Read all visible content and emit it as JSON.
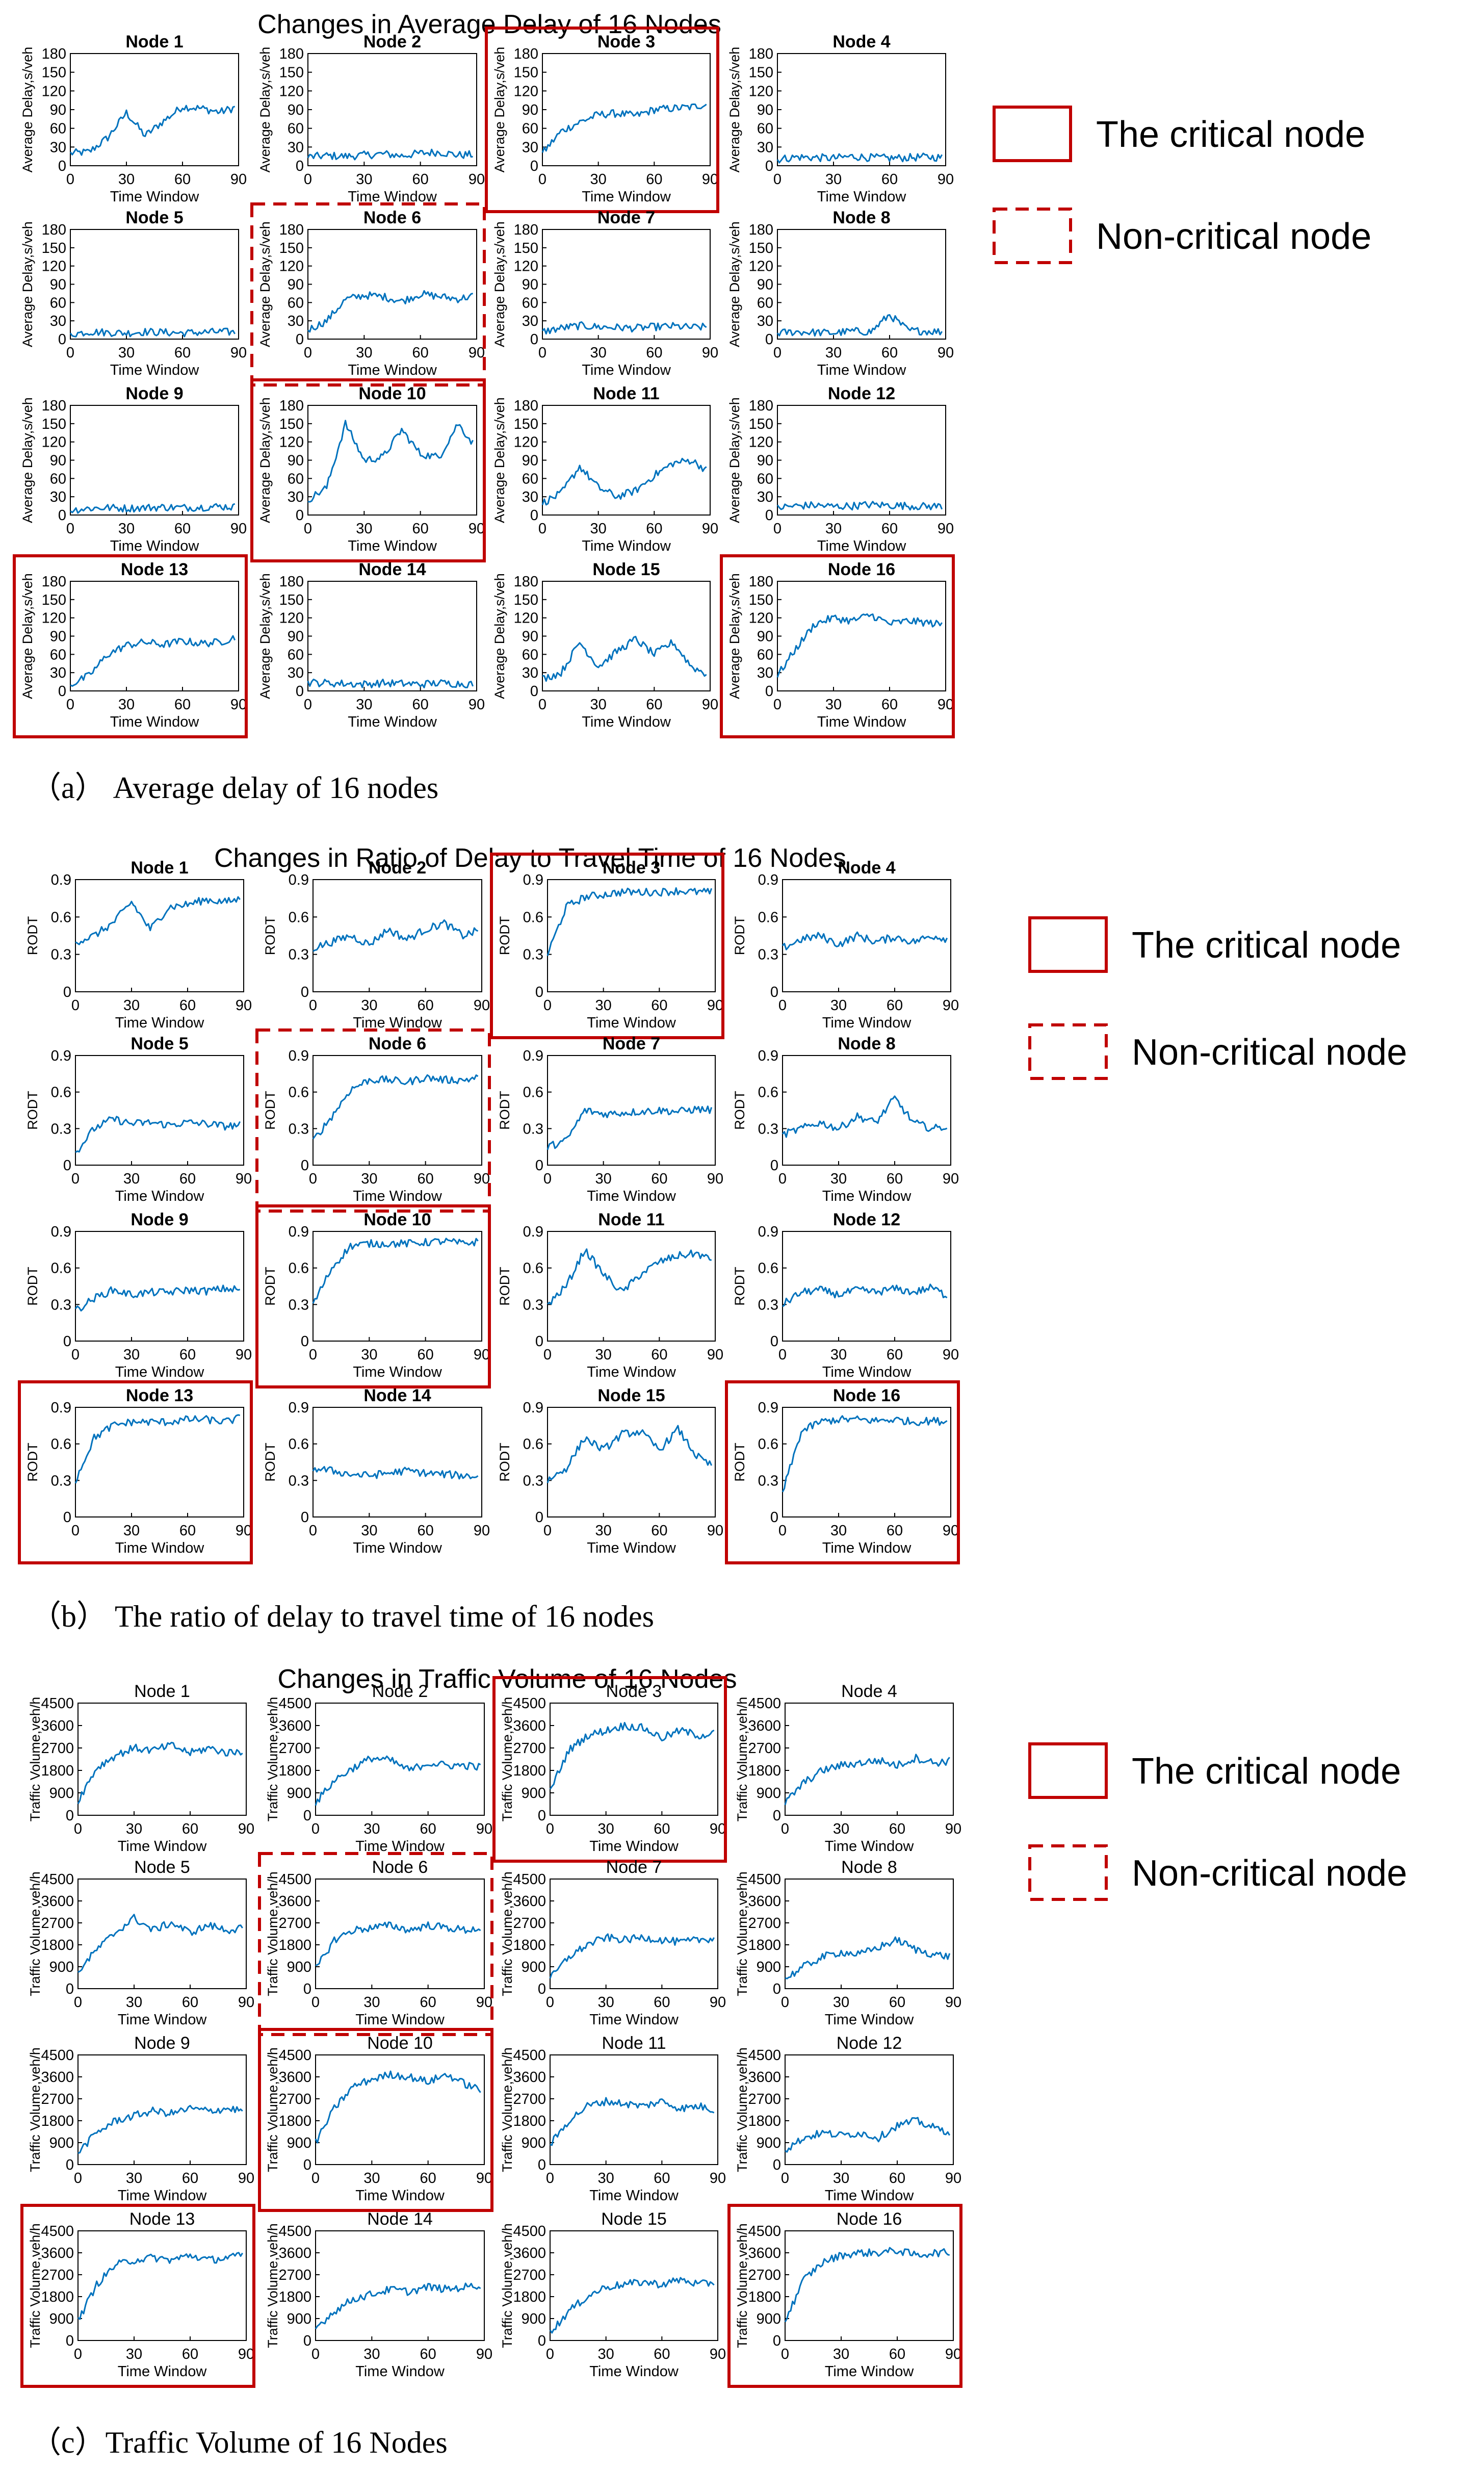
{
  "colors": {
    "line": "#0072BD",
    "critical": "#C00000",
    "axis": "#000000"
  },
  "legend": {
    "critical_label": "The critical node",
    "noncritical_label": "Non-critical node"
  },
  "panels": [
    {
      "id": "a",
      "title": "Changes in Average Delay of 16 Nodes",
      "caption": "（a） Average delay of 16 nodes",
      "ylabel": "Average Delay,s/veh",
      "xlabel": "Time Window",
      "title_bold": true,
      "ylim": [
        0,
        180
      ],
      "yticks": [
        0,
        30,
        60,
        90,
        120,
        150,
        180
      ],
      "xlim": [
        0,
        90
      ],
      "xticks": [
        0,
        30,
        60,
        90
      ]
    },
    {
      "id": "b",
      "title": "Changes in Ratio of Delay to Travel Time of 16 Nodes",
      "caption": "（b） The ratio of delay to travel time of 16 nodes",
      "ylabel": "RODT",
      "xlabel": "Time Window",
      "title_bold": true,
      "ylim": [
        0,
        0.9
      ],
      "yticks": [
        0,
        0.3,
        0.6,
        0.9
      ],
      "xlim": [
        0,
        90
      ],
      "xticks": [
        0,
        30,
        60,
        90
      ]
    },
    {
      "id": "c",
      "title": "Changes in Traffic Volume of 16 Nodes",
      "caption": "（c）Traffic Volume of 16 Nodes",
      "ylabel": "Traffic Volume,veh/h",
      "xlabel": "Time Window",
      "title_bold": false,
      "ylim": [
        0,
        4500
      ],
      "yticks": [
        0,
        900,
        1800,
        2700,
        3600,
        4500
      ],
      "xlim": [
        0,
        90
      ],
      "xticks": [
        0,
        30,
        60,
        90
      ]
    }
  ],
  "chart_data": [
    {
      "type": "line",
      "title": "Changes in Average Delay of 16 Nodes",
      "xlabel": "Time Window",
      "ylabel": "Average Delay,s/veh",
      "xlim": [
        0,
        90
      ],
      "ylim": [
        0,
        180
      ],
      "x_sample": [
        0,
        10,
        20,
        30,
        40,
        50,
        60,
        70,
        80,
        90
      ],
      "series": [
        {
          "name": "Node 1",
          "status": "normal",
          "values": [
            20,
            22,
            45,
            85,
            48,
            72,
            95,
            92,
            86,
            95
          ]
        },
        {
          "name": "Node 2",
          "status": "normal",
          "values": [
            14,
            16,
            15,
            17,
            19,
            16,
            20,
            22,
            17,
            18
          ]
        },
        {
          "name": "Node 3",
          "status": "critical",
          "values": [
            20,
            55,
            70,
            82,
            84,
            80,
            90,
            92,
            94,
            100
          ]
        },
        {
          "name": "Node 4",
          "status": "normal",
          "values": [
            10,
            14,
            13,
            12,
            15,
            13,
            12,
            13,
            14,
            13
          ]
        },
        {
          "name": "Node 5",
          "status": "normal",
          "values": [
            8,
            12,
            11,
            10,
            12,
            11,
            10,
            11,
            12,
            11
          ]
        },
        {
          "name": "Node 6",
          "status": "noncritical",
          "values": [
            15,
            30,
            65,
            72,
            70,
            62,
            74,
            70,
            66,
            72
          ]
        },
        {
          "name": "Node 7",
          "status": "normal",
          "values": [
            12,
            18,
            22,
            20,
            19,
            18,
            20,
            21,
            19,
            20
          ]
        },
        {
          "name": "Node 8",
          "status": "normal",
          "values": [
            10,
            12,
            11,
            10,
            13,
            12,
            40,
            14,
            13,
            12
          ]
        },
        {
          "name": "Node 9",
          "status": "normal",
          "values": [
            8,
            11,
            12,
            11,
            12,
            13,
            12,
            13,
            14,
            13
          ]
        },
        {
          "name": "Node 10",
          "status": "critical",
          "values": [
            25,
            45,
            150,
            90,
            95,
            140,
            100,
            95,
            150,
            110
          ]
        },
        {
          "name": "Node 11",
          "status": "normal",
          "values": [
            20,
            35,
            80,
            45,
            30,
            40,
            65,
            85,
            90,
            70
          ]
        },
        {
          "name": "Node 12",
          "status": "normal",
          "values": [
            12,
            15,
            16,
            14,
            15,
            17,
            16,
            15,
            14,
            15
          ]
        },
        {
          "name": "Node 13",
          "status": "critical",
          "values": [
            10,
            25,
            60,
            75,
            80,
            76,
            82,
            78,
            80,
            90
          ]
        },
        {
          "name": "Node 14",
          "status": "normal",
          "values": [
            14,
            13,
            12,
            11,
            13,
            12,
            11,
            13,
            12,
            11
          ]
        },
        {
          "name": "Node 15",
          "status": "normal",
          "values": [
            20,
            30,
            80,
            40,
            65,
            85,
            60,
            80,
            40,
            25
          ]
        },
        {
          "name": "Node 16",
          "status": "critical",
          "values": [
            25,
            70,
            110,
            120,
            115,
            125,
            110,
            115,
            112,
            108
          ]
        }
      ]
    },
    {
      "type": "line",
      "title": "Changes in Ratio of Delay to Travel Time of 16 Nodes",
      "xlabel": "Time Window",
      "ylabel": "RODT",
      "xlim": [
        0,
        90
      ],
      "ylim": [
        0,
        0.9
      ],
      "x_sample": [
        0,
        10,
        20,
        30,
        40,
        50,
        60,
        70,
        80,
        90
      ],
      "series": [
        {
          "name": "Node 1",
          "status": "normal",
          "values": [
            0.4,
            0.45,
            0.55,
            0.72,
            0.5,
            0.68,
            0.7,
            0.74,
            0.72,
            0.75
          ]
        },
        {
          "name": "Node 2",
          "status": "normal",
          "values": [
            0.35,
            0.4,
            0.45,
            0.38,
            0.5,
            0.42,
            0.5,
            0.55,
            0.45,
            0.5
          ]
        },
        {
          "name": "Node 3",
          "status": "critical",
          "values": [
            0.3,
            0.68,
            0.76,
            0.78,
            0.8,
            0.8,
            0.8,
            0.81,
            0.8,
            0.8
          ]
        },
        {
          "name": "Node 4",
          "status": "normal",
          "values": [
            0.35,
            0.42,
            0.45,
            0.38,
            0.45,
            0.4,
            0.44,
            0.4,
            0.45,
            0.42
          ]
        },
        {
          "name": "Node 5",
          "status": "normal",
          "values": [
            0.1,
            0.3,
            0.38,
            0.34,
            0.35,
            0.33,
            0.35,
            0.34,
            0.32,
            0.33
          ]
        },
        {
          "name": "Node 6",
          "status": "noncritical",
          "values": [
            0.2,
            0.4,
            0.62,
            0.7,
            0.7,
            0.68,
            0.72,
            0.7,
            0.7,
            0.72
          ]
        },
        {
          "name": "Node 7",
          "status": "normal",
          "values": [
            0.15,
            0.2,
            0.45,
            0.42,
            0.43,
            0.44,
            0.45,
            0.44,
            0.46,
            0.45
          ]
        },
        {
          "name": "Node 8",
          "status": "normal",
          "values": [
            0.25,
            0.3,
            0.35,
            0.3,
            0.4,
            0.35,
            0.55,
            0.35,
            0.3,
            0.32
          ]
        },
        {
          "name": "Node 9",
          "status": "normal",
          "values": [
            0.25,
            0.35,
            0.42,
            0.38,
            0.4,
            0.4,
            0.42,
            0.41,
            0.43,
            0.42
          ]
        },
        {
          "name": "Node 10",
          "status": "critical",
          "values": [
            0.3,
            0.6,
            0.78,
            0.8,
            0.8,
            0.8,
            0.81,
            0.82,
            0.8,
            0.82
          ]
        },
        {
          "name": "Node 11",
          "status": "normal",
          "values": [
            0.3,
            0.45,
            0.75,
            0.55,
            0.4,
            0.55,
            0.65,
            0.7,
            0.72,
            0.65
          ]
        },
        {
          "name": "Node 12",
          "status": "normal",
          "values": [
            0.3,
            0.4,
            0.42,
            0.38,
            0.42,
            0.4,
            0.43,
            0.4,
            0.44,
            0.35
          ]
        },
        {
          "name": "Node 13",
          "status": "critical",
          "values": [
            0.3,
            0.65,
            0.75,
            0.78,
            0.78,
            0.78,
            0.8,
            0.8,
            0.78,
            0.82
          ]
        },
        {
          "name": "Node 14",
          "status": "normal",
          "values": [
            0.4,
            0.38,
            0.35,
            0.34,
            0.36,
            0.38,
            0.36,
            0.35,
            0.34,
            0.33
          ]
        },
        {
          "name": "Node 15",
          "status": "normal",
          "values": [
            0.3,
            0.4,
            0.65,
            0.55,
            0.68,
            0.7,
            0.55,
            0.72,
            0.5,
            0.4
          ]
        },
        {
          "name": "Node 16",
          "status": "critical",
          "values": [
            0.2,
            0.7,
            0.78,
            0.8,
            0.8,
            0.79,
            0.8,
            0.78,
            0.79,
            0.78
          ]
        }
      ]
    },
    {
      "type": "line",
      "title": "Changes in Traffic Volume of 16 Nodes",
      "xlabel": "Time Window",
      "ylabel": "Traffic Volume,veh/h",
      "xlim": [
        0,
        90
      ],
      "ylim": [
        0,
        4500
      ],
      "x_sample": [
        0,
        10,
        20,
        30,
        40,
        50,
        60,
        70,
        80,
        90
      ],
      "series": [
        {
          "name": "Node 1",
          "status": "normal",
          "values": [
            600,
            1900,
            2400,
            2700,
            2600,
            2800,
            2500,
            2700,
            2500,
            2600
          ]
        },
        {
          "name": "Node 2",
          "status": "normal",
          "values": [
            500,
            1400,
            1900,
            2300,
            2200,
            1800,
            2100,
            2000,
            2000,
            1900
          ]
        },
        {
          "name": "Node 3",
          "status": "critical",
          "values": [
            1000,
            2600,
            3200,
            3400,
            3600,
            3500,
            3100,
            3400,
            3200,
            3300
          ]
        },
        {
          "name": "Node 4",
          "status": "normal",
          "values": [
            500,
            1300,
            1800,
            2000,
            2100,
            2200,
            2000,
            2300,
            2100,
            2200
          ]
        },
        {
          "name": "Node 5",
          "status": "normal",
          "values": [
            700,
            1600,
            2300,
            2900,
            2400,
            2700,
            2300,
            2600,
            2400,
            2500
          ]
        },
        {
          "name": "Node 6",
          "status": "noncritical",
          "values": [
            800,
            2000,
            2400,
            2500,
            2600,
            2400,
            2600,
            2500,
            2400,
            2500
          ]
        },
        {
          "name": "Node 7",
          "status": "normal",
          "values": [
            400,
            1300,
            1800,
            2100,
            2000,
            2100,
            2000,
            1900,
            2000,
            2100
          ]
        },
        {
          "name": "Node 8",
          "status": "normal",
          "values": [
            400,
            900,
            1300,
            1500,
            1400,
            1700,
            2000,
            1600,
            1400,
            1300
          ]
        },
        {
          "name": "Node 9",
          "status": "normal",
          "values": [
            500,
            1300,
            1800,
            2000,
            2200,
            2100,
            2300,
            2200,
            2300,
            2200
          ]
        },
        {
          "name": "Node 10",
          "status": "critical",
          "values": [
            900,
            2300,
            3200,
            3500,
            3700,
            3600,
            3400,
            3700,
            3300,
            3000
          ]
        },
        {
          "name": "Node 11",
          "status": "normal",
          "values": [
            800,
            1800,
            2400,
            2600,
            2500,
            2400,
            2600,
            2300,
            2400,
            2200
          ]
        },
        {
          "name": "Node 12",
          "status": "normal",
          "values": [
            600,
            1100,
            1300,
            1200,
            1300,
            1100,
            1600,
            1800,
            1500,
            1300
          ]
        },
        {
          "name": "Node 13",
          "status": "critical",
          "values": [
            800,
            2300,
            3100,
            3300,
            3400,
            3300,
            3500,
            3300,
            3400,
            3500
          ]
        },
        {
          "name": "Node 14",
          "status": "normal",
          "values": [
            500,
            1200,
            1700,
            1900,
            2100,
            2000,
            2200,
            2100,
            2200,
            2300
          ]
        },
        {
          "name": "Node 15",
          "status": "normal",
          "values": [
            300,
            1200,
            1800,
            2200,
            2300,
            2400,
            2300,
            2500,
            2300,
            2400
          ]
        },
        {
          "name": "Node 16",
          "status": "critical",
          "values": [
            800,
            2500,
            3200,
            3500,
            3600,
            3600,
            3700,
            3500,
            3600,
            3600
          ]
        }
      ]
    }
  ]
}
